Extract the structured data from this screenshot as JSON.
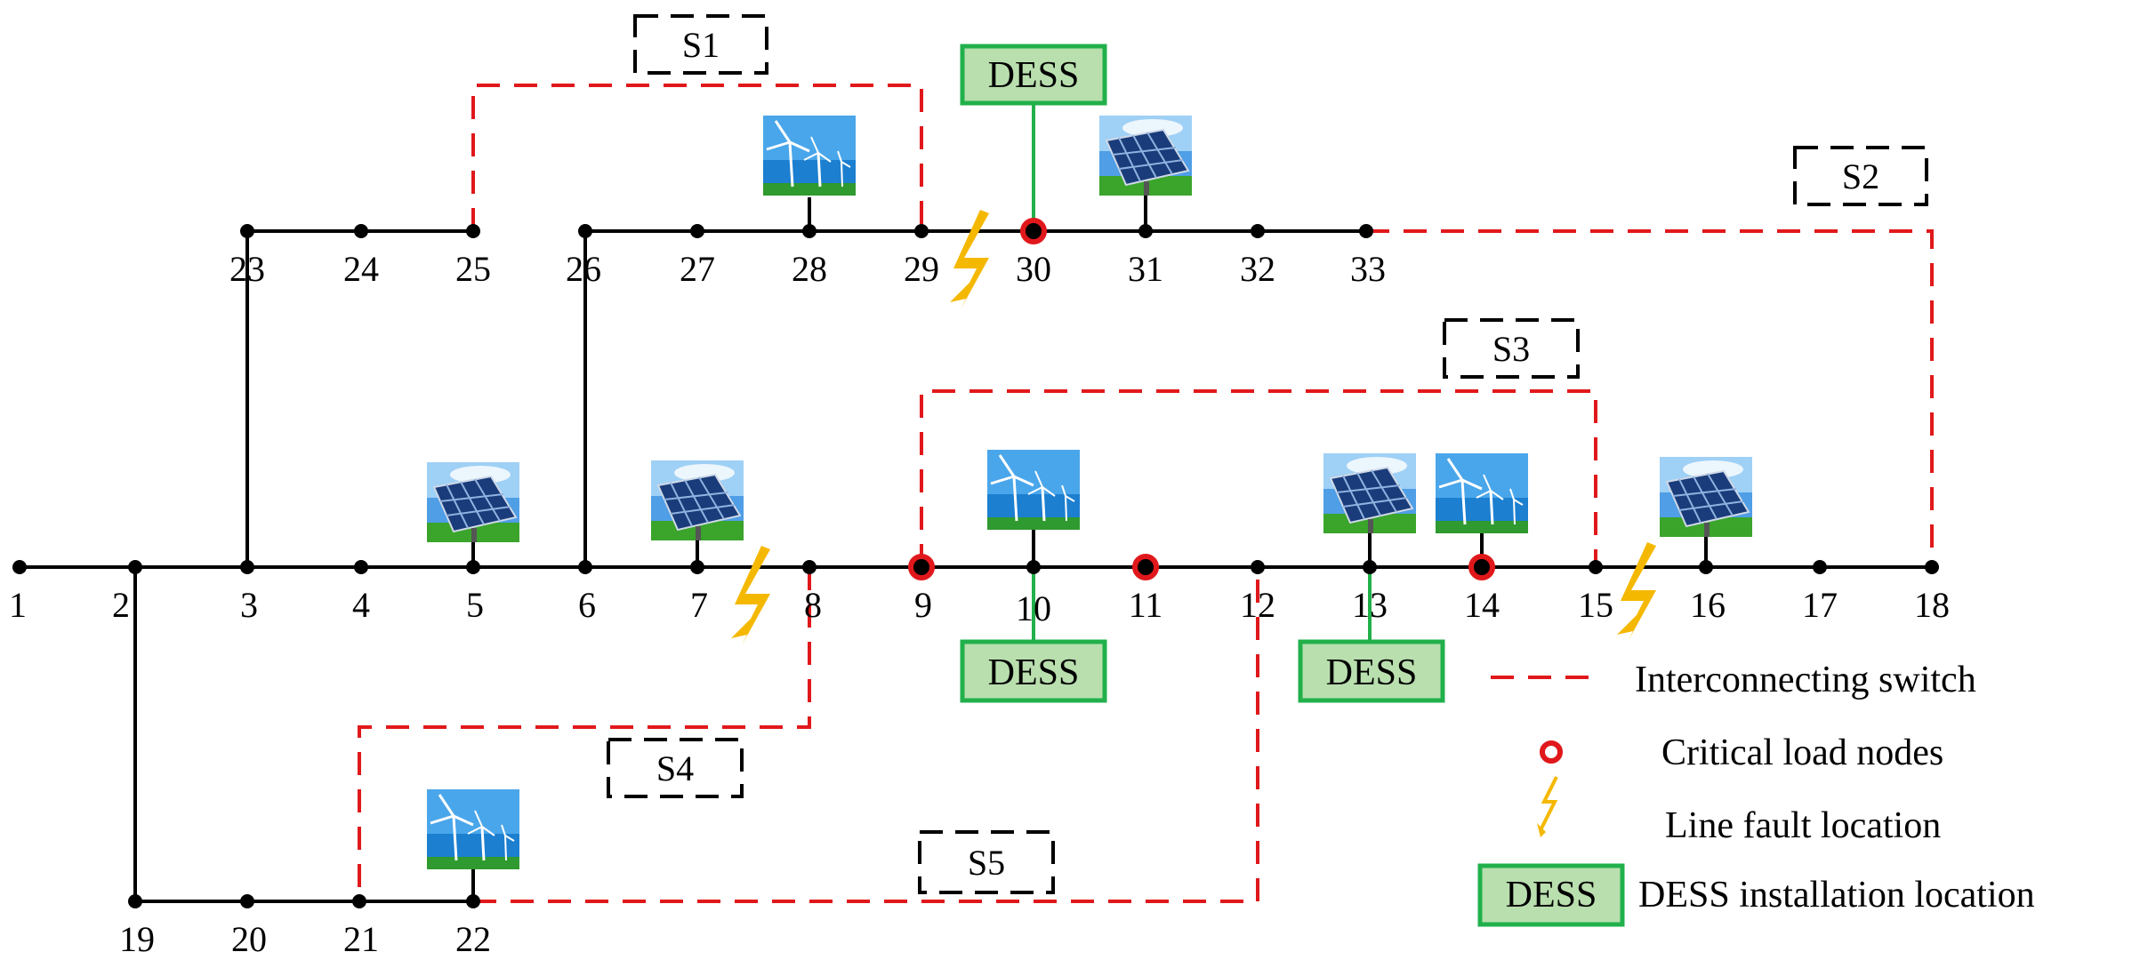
{
  "buses": [
    "1",
    "2",
    "3",
    "4",
    "5",
    "6",
    "7",
    "8",
    "9",
    "10",
    "11",
    "12",
    "13",
    "14",
    "15",
    "16",
    "17",
    "18",
    "19",
    "20",
    "21",
    "22",
    "23",
    "24",
    "25",
    "26",
    "27",
    "28",
    "29",
    "30",
    "31",
    "32",
    "33"
  ],
  "switches": [
    "S1",
    "S2",
    "S3",
    "S4",
    "S5"
  ],
  "dess": {
    "label": "DESS"
  },
  "legend": {
    "interconnecting_switch": "Interconnecting switch",
    "critical_load_nodes": "Critical load nodes",
    "line_fault_location": "Line fault location",
    "dess_box": "DESS",
    "dess_installation": "DESS installation location"
  },
  "colors": {
    "line": "#000000",
    "tie_switch": "#e0181b",
    "critical_node": "#e0181b",
    "fault": "#f5b800",
    "dess_fill": "#b9dfae",
    "dess_border": "#21b04b"
  },
  "icons": [
    "solar-panel-icon",
    "wind-turbine-icon",
    "lightning-fault-icon"
  ]
}
